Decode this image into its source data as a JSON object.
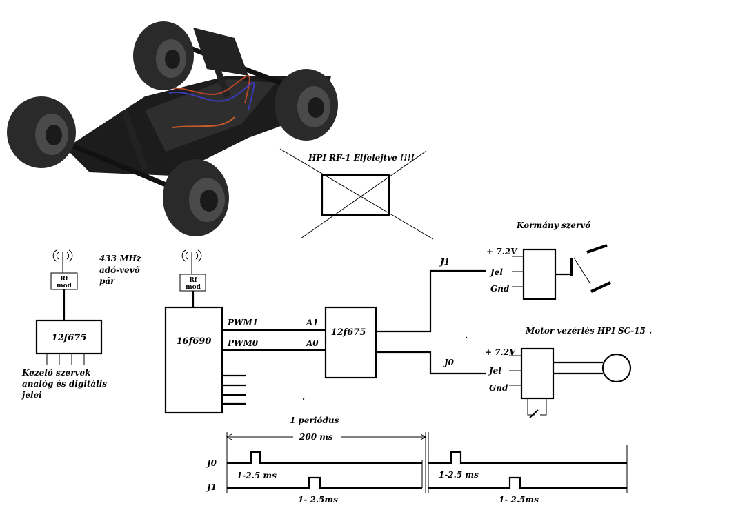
{
  "title_crossed": "HPI RF-1  Elfelejtve !!!!",
  "tx_freq": "433 MHz",
  "tx_pair_1": "adó-vevő",
  "tx_pair_2": "pár",
  "rf_mod_1": "Rf",
  "rf_mod_2": "mod",
  "chip_tx": "12f675",
  "chip_main": "16f690",
  "chip_servo": "12f675",
  "inputs_1": "Kezelő szervek",
  "inputs_2": "analóg és digitális",
  "inputs_3": "jelei",
  "pwm1": "PWM1",
  "pwm0": "PWM0",
  "a1": "A1",
  "a0": "A0",
  "j1": "J1",
  "j0": "J0",
  "servo_title": "Kormány szervó",
  "motor_title": "Motor vezérlés HPI SC-15",
  "pin_v": "+ 7.2V",
  "pin_jel": "Jel",
  "pin_gnd": "Gnd",
  "period_label": "1 periódus",
  "period_value": "200 ms",
  "timing_j0": "J0",
  "timing_j1": "J1",
  "pulse_j0": "1-2.5 ms",
  "pulse_j1": "1- 2.5ms",
  "colors": {
    "ink": "#000000",
    "tire": "#2a2a2a",
    "chassis": "#1c1c1c"
  },
  "icons": [
    "antenna-icon",
    "motor-icon",
    "switch-icon",
    "servo-horn-icon",
    "rc-car-photo"
  ]
}
